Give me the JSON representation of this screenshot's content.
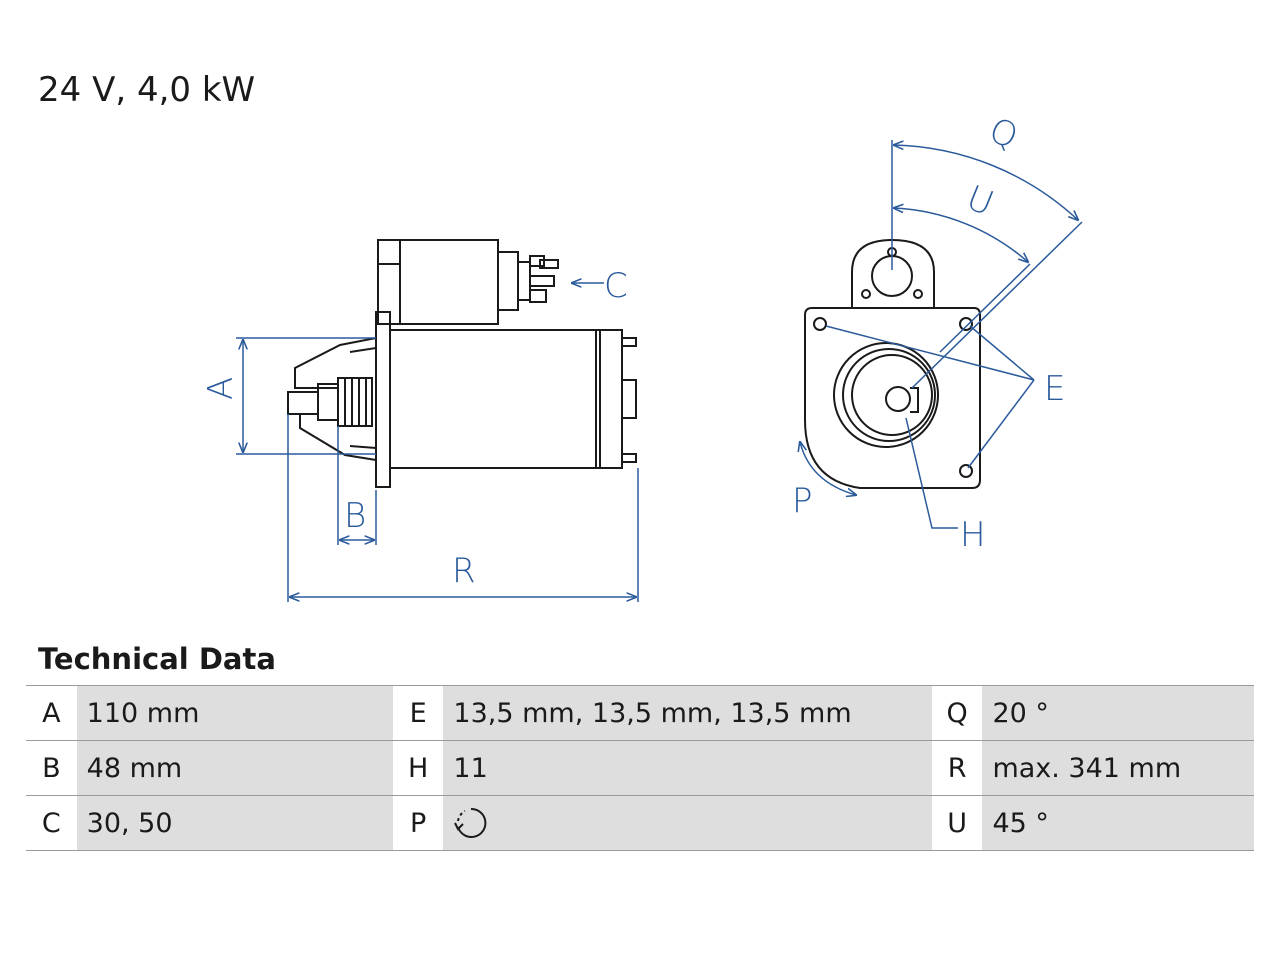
{
  "title": "24 V, 4,0 kW",
  "section_title": "Technical Data",
  "callouts": {
    "A": "A",
    "B": "B",
    "C": "C",
    "E": "E",
    "H": "H",
    "P": "P",
    "Q": "Q",
    "R": "R",
    "U": "U"
  },
  "table": [
    [
      {
        "key": "A",
        "value": "110 mm"
      },
      {
        "key": "E",
        "value": "13,5 mm, 13,5 mm, 13,5 mm"
      },
      {
        "key": "Q",
        "value": "20 °"
      }
    ],
    [
      {
        "key": "B",
        "value": "48 mm"
      },
      {
        "key": "H",
        "value": "11"
      },
      {
        "key": "R",
        "value": "max. 341 mm"
      }
    ],
    [
      {
        "key": "C",
        "value": "30, 50"
      },
      {
        "key": "P",
        "value": "",
        "icon": "clockwise-rotation-icon"
      },
      {
        "key": "U",
        "value": "45 °"
      }
    ]
  ],
  "colors": {
    "dimension": "#2a5a9b",
    "outline": "#1a1a1a",
    "cell_bg": "#dedede"
  }
}
